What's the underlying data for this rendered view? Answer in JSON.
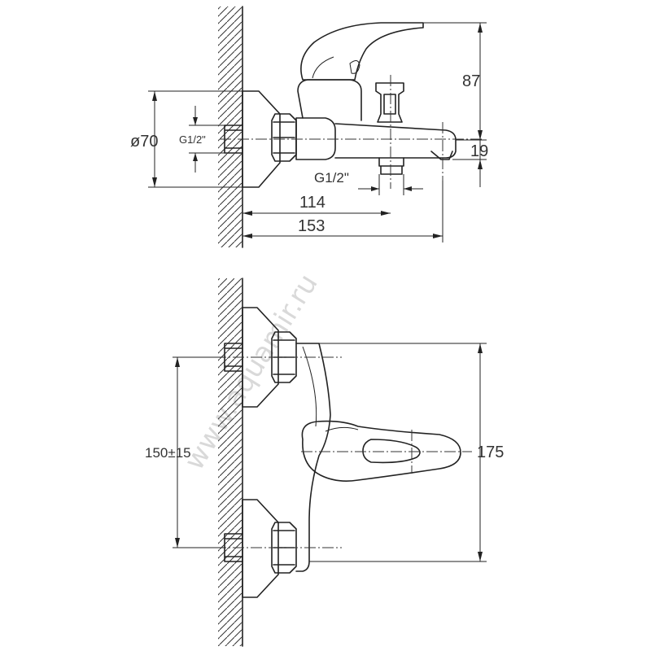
{
  "watermark": "www.aquamir.ru",
  "top_view": {
    "dim_height_top": "87",
    "dim_height_outlet": "19",
    "dim_diameter": "ø70",
    "dim_thread_wall": "G1/2\"",
    "dim_thread_outlet": "G1/2\"",
    "dim_outlet_reach": "114",
    "dim_total_length": "153"
  },
  "front_view": {
    "dim_centers": "150±15",
    "dim_height": "175"
  }
}
